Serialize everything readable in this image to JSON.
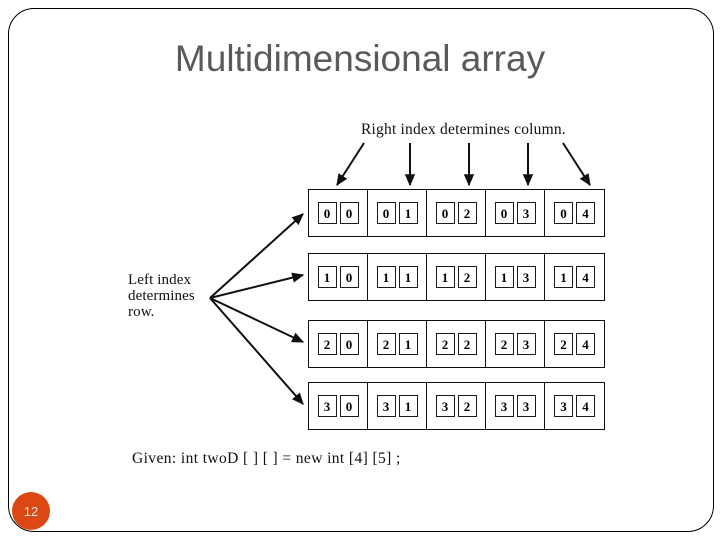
{
  "slide": {
    "title": "Multidimensional array",
    "page_number": "12",
    "badge_color": "#DC4814",
    "title_color": "#5a5a5a"
  },
  "labels": {
    "top": "Right index determines column.",
    "left": "Left index determines row.",
    "caption": "Given: int twoD [ ] [ ]  =  new int [4] [5] ;"
  },
  "diagram": {
    "rows": 4,
    "cols": 5,
    "grid": [
      [
        {
          "row": "0",
          "col": "0"
        },
        {
          "row": "0",
          "col": "1"
        },
        {
          "row": "0",
          "col": "2"
        },
        {
          "row": "0",
          "col": "3"
        },
        {
          "row": "0",
          "col": "4"
        }
      ],
      [
        {
          "row": "1",
          "col": "0"
        },
        {
          "row": "1",
          "col": "1"
        },
        {
          "row": "1",
          "col": "2"
        },
        {
          "row": "1",
          "col": "3"
        },
        {
          "row": "1",
          "col": "4"
        }
      ],
      [
        {
          "row": "2",
          "col": "0"
        },
        {
          "row": "2",
          "col": "1"
        },
        {
          "row": "2",
          "col": "2"
        },
        {
          "row": "2",
          "col": "3"
        },
        {
          "row": "2",
          "col": "4"
        }
      ],
      [
        {
          "row": "3",
          "col": "0"
        },
        {
          "row": "3",
          "col": "1"
        },
        {
          "row": "3",
          "col": "2"
        },
        {
          "row": "3",
          "col": "3"
        },
        {
          "row": "3",
          "col": "4"
        }
      ]
    ],
    "column_arrows": 5,
    "row_arrows": 4
  }
}
